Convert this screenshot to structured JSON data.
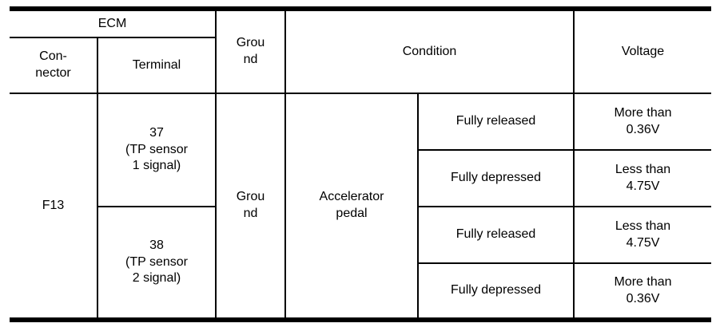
{
  "table": {
    "header": {
      "ecm": "ECM",
      "connector": "Con-\nnector",
      "terminal": "Terminal",
      "ground": "Grou\nnd",
      "condition": "Condition",
      "voltage": "Voltage"
    },
    "body": {
      "connector": "F13",
      "ground": "Grou\nnd",
      "condition_main": "Accelerator\npedal",
      "terminal_37": "37\n(TP sensor\n1 signal)",
      "terminal_38": "38\n(TP sensor\n2 signal)",
      "rows": [
        {
          "condition": "Fully released",
          "voltage": "More than\n0.36V"
        },
        {
          "condition": "Fully depressed",
          "voltage": "Less than\n4.75V"
        },
        {
          "condition": "Fully released",
          "voltage": "Less than\n4.75V"
        },
        {
          "condition": "Fully depressed",
          "voltage": "More than\n0.36V"
        }
      ]
    },
    "colors": {
      "border": "#000000",
      "background": "#ffffff",
      "text": "#000000"
    }
  }
}
